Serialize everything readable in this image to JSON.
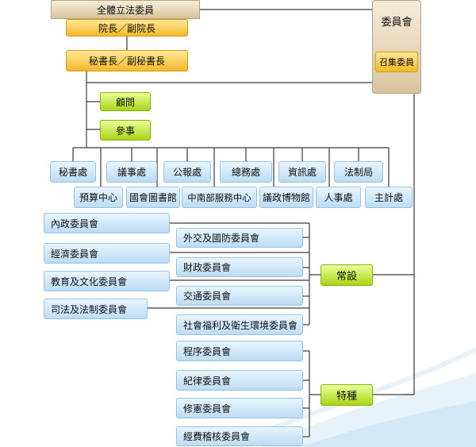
{
  "top": {
    "plenary": "全體立法委員",
    "president": "院長／副院長",
    "secretary_general": "秘書長／副秘書長"
  },
  "advisors": {
    "counselor": "顧問",
    "advisor": "參事"
  },
  "committee_panel": {
    "title": "委員會",
    "convener": "召集委員"
  },
  "offices_row1": [
    "秘書處",
    "議事處",
    "公報處",
    "總務處",
    "資訊處",
    "法制局"
  ],
  "offices_row2": [
    "預算中心",
    "國會圖書館",
    "中南部服務中心",
    "議政博物館",
    "人事處",
    "主計處"
  ],
  "standing": {
    "label": "常設",
    "left_column": [
      "內政委員會",
      "經濟委員會",
      "教育及文化委員會",
      "司法及法制委員會"
    ],
    "right_column": [
      "外交及國防委員會",
      "財政委員會",
      "交通委員會",
      "社會福利及衛生環境委員會"
    ]
  },
  "special": {
    "label": "特種",
    "items": [
      "程序委員會",
      "紀律委員會",
      "修憲委員會",
      "經費稽核委員會"
    ]
  },
  "colors": {
    "gold": "#f3b92a",
    "green": "#a9d515",
    "blue": "#bcdcf4",
    "tan": "#d8c39c",
    "line": "#3a3a3a"
  }
}
